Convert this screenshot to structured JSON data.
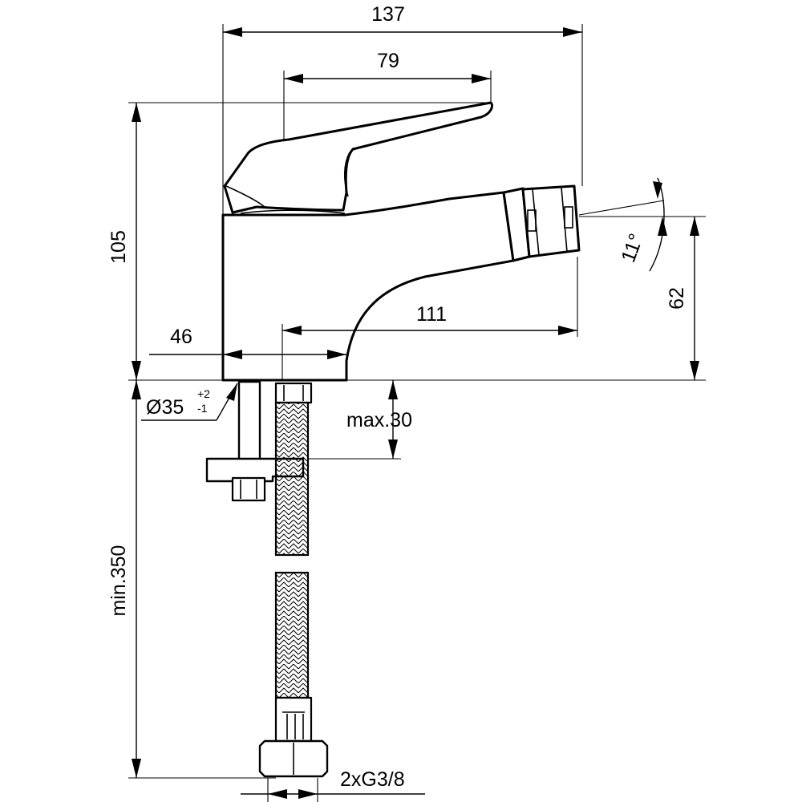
{
  "dimensions": {
    "overall_width": "137",
    "lever_length": "79",
    "total_height": "105",
    "spout_height": "62",
    "spout_angle": "11°",
    "base_offset": "46",
    "spout_reach": "111",
    "hole_diameter": "Ø35",
    "hole_tol_plus": "+2",
    "hole_tol_minus": "-1",
    "max_deck": "max.30",
    "min_hose": "min.350",
    "connection": "2xG3/8"
  }
}
